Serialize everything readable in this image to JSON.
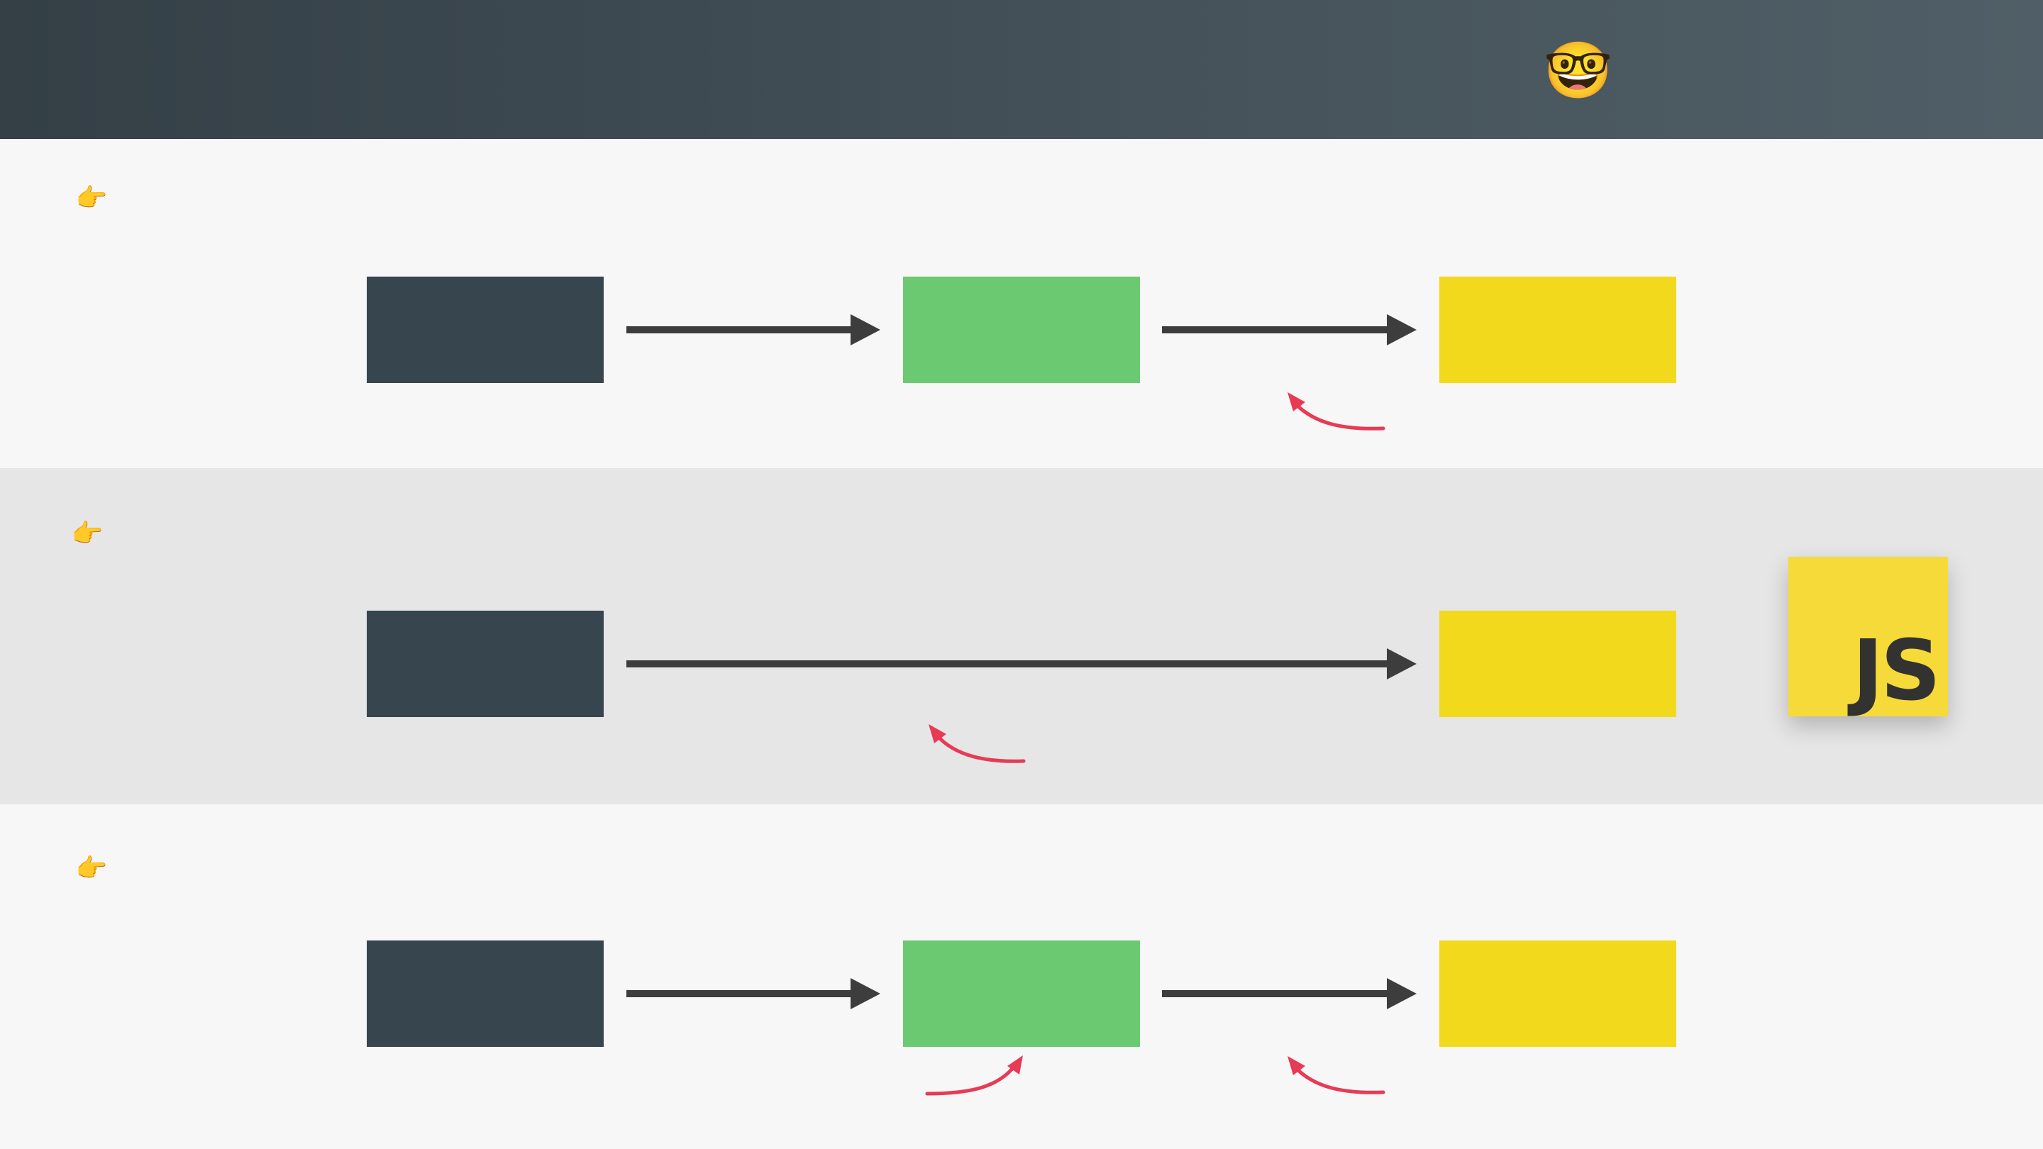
{
  "header": {
    "emoji": "🤓"
  },
  "rows": [
    {
      "pointer": "👉",
      "boxes": [
        "dark",
        "green",
        "yellow"
      ],
      "curved_arrows": 1
    },
    {
      "pointer": "👉",
      "boxes": [
        "dark",
        "yellow"
      ],
      "curved_arrows": 1
    },
    {
      "pointer": "👉",
      "boxes": [
        "dark",
        "green",
        "yellow"
      ],
      "curved_arrows": 2
    }
  ],
  "logo": {
    "text": "JS",
    "background": "#f6da3a",
    "text_color": "#323330"
  },
  "colors": {
    "header": "#3b474f",
    "dark_box": "#37454e",
    "green_box": "#6bca71",
    "yellow_box": "#f3d91c",
    "arrow": "#3d3d3d",
    "curved_arrow": "#e83a55",
    "band_light": "#f7f7f7",
    "band_gray": "#e6e6e6"
  }
}
